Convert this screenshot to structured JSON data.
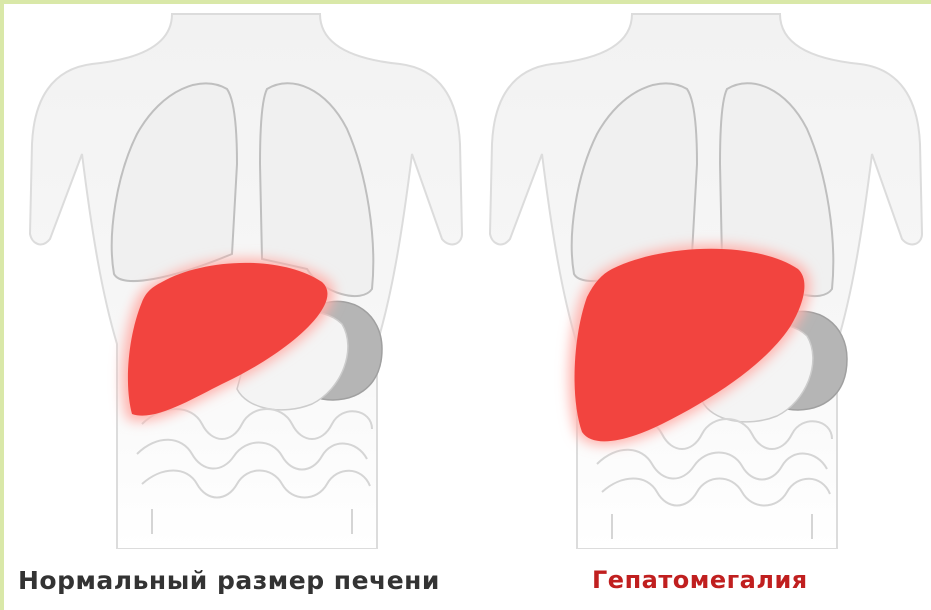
{
  "captions": {
    "normal": "Нормальный размер печени",
    "pathology": "Гепатомегалия"
  },
  "colors": {
    "liver": "#f2443f",
    "liver_glow": "#ffb3ad",
    "caption_normal": "#333333",
    "caption_pathology": "#c01f1f",
    "frame_border": "#d9e8a8"
  },
  "figures": [
    {
      "name": "normal-torso",
      "organ": "liver",
      "size": "normal"
    },
    {
      "name": "enlarged-torso",
      "organ": "liver",
      "size": "enlarged"
    }
  ]
}
